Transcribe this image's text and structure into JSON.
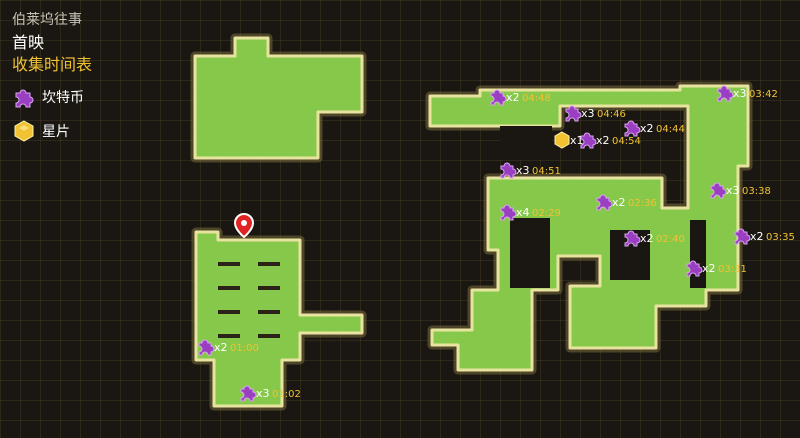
{
  "header": {
    "game_title": "伯莱坞往事",
    "subtitle": "首映",
    "schedule_title": "收集时间表"
  },
  "legend": {
    "items": [
      {
        "label": "坎特币",
        "icon": "puzzle-piece-icon",
        "color": "#9b3fc2"
      },
      {
        "label": "星片",
        "icon": "hexagon-shard-icon",
        "color": "#f1c232"
      }
    ]
  },
  "colors": {
    "room_fill": "#86c84a",
    "room_border": "#e8e4a0",
    "coin": "#9b3fc2",
    "shard": "#f1c232",
    "time_text": "#f1c232",
    "pin": "#e02424"
  },
  "markers": [
    {
      "id": "m1",
      "type": "coin",
      "count": "x2",
      "time": "04:48"
    },
    {
      "id": "m2",
      "type": "coin",
      "count": "x3",
      "time": "04:46"
    },
    {
      "id": "m3",
      "type": "coin",
      "count": "x2",
      "time": "04:44"
    },
    {
      "id": "m4",
      "type": "coin",
      "count": "x3",
      "time": "03:42"
    },
    {
      "id": "m5",
      "type": "shard+coin",
      "count": "x1",
      "count2": "x2",
      "time": "04:54"
    },
    {
      "id": "m6",
      "type": "coin",
      "count": "x3",
      "time": "04:51"
    },
    {
      "id": "m7",
      "type": "coin",
      "count": "x3",
      "time": "03:38"
    },
    {
      "id": "m8",
      "type": "coin",
      "count": "x2",
      "time": "02:36"
    },
    {
      "id": "m9",
      "type": "coin",
      "count": "x4",
      "time": "02:29"
    },
    {
      "id": "m10",
      "type": "coin",
      "count": "x2",
      "time": "02:40"
    },
    {
      "id": "m11",
      "type": "coin",
      "count": "x2",
      "time": "03:35"
    },
    {
      "id": "m12",
      "type": "coin",
      "count": "x2",
      "time": "03:31"
    },
    {
      "id": "m13",
      "type": "coin",
      "count": "x2",
      "time": "01:00"
    },
    {
      "id": "m14",
      "type": "coin",
      "count": "x3",
      "time": "01:02"
    }
  ]
}
